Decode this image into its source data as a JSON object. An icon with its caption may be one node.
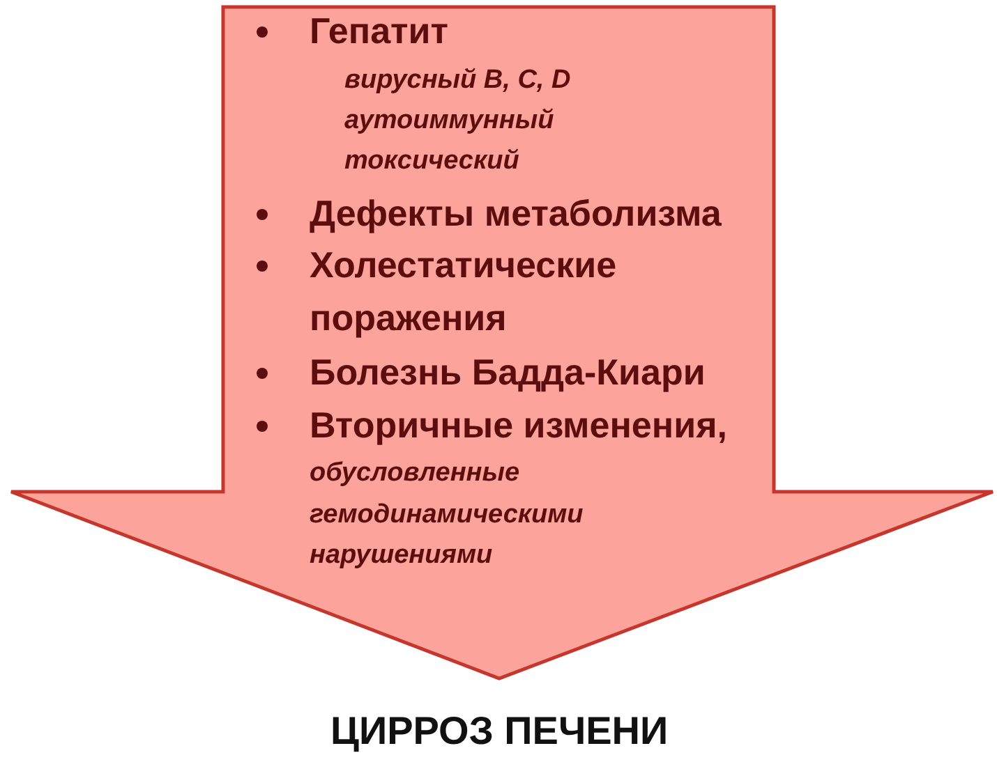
{
  "diagram": {
    "nodes": [
      {
        "text": [
          "Гепатит",
          "вирусный B, C, D",
          "аутоиммунный",
          "токсический",
          "Дефекты метаболизма",
          "Холестатические поражения",
          "Болезнь Бадда-Киари",
          "Вторичные изменения,",
          "обусловленные гемодинамическими нарушениями"
        ]
      }
    ],
    "labels": [
      "ЦИРРОЗ ПЕЧЕНИ"
    ]
  }
}
